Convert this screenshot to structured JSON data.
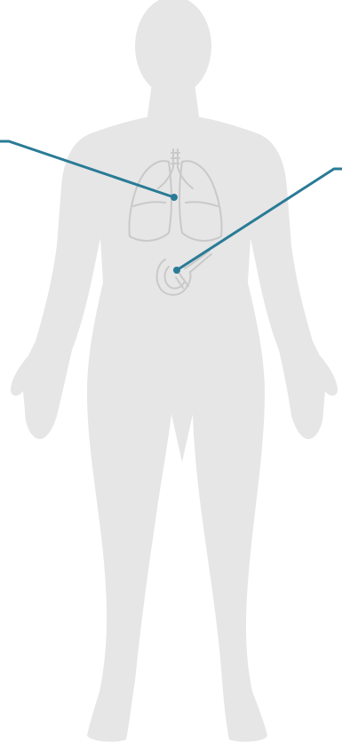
{
  "figure": {
    "type": "anatomical-body-diagram",
    "background_color": "#ffffff",
    "body_color": "#e6e6e6",
    "organ_outline_color": "#c9c9c9",
    "callout_color": "#2a7b96"
  },
  "organs": [
    {
      "id": "lungs",
      "name": "lungs"
    },
    {
      "id": "pancreas",
      "name": "pancreas"
    }
  ],
  "callouts": [
    {
      "target": "lungs",
      "side": "left"
    },
    {
      "target": "pancreas",
      "side": "right"
    }
  ]
}
